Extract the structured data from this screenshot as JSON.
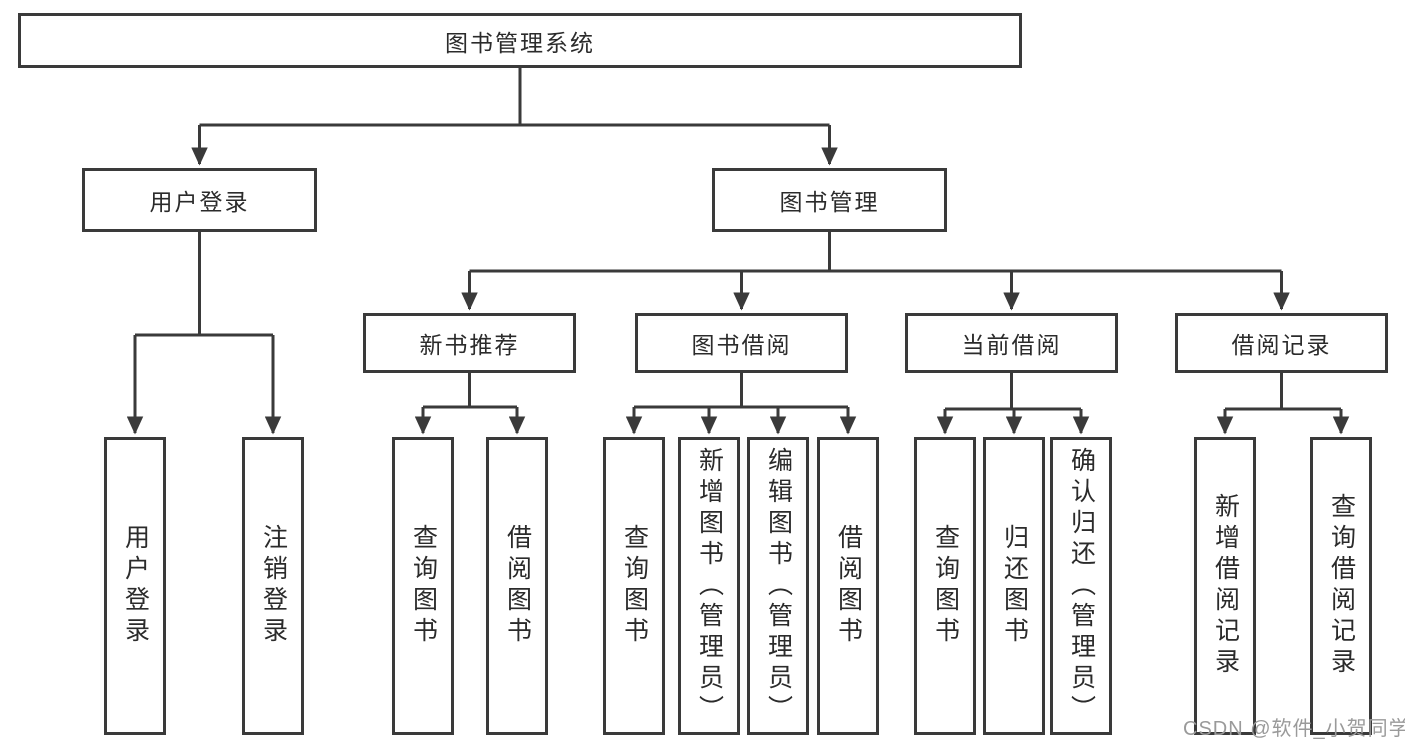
{
  "tree": {
    "label": "图书管理系统",
    "children": [
      {
        "label": "用户登录",
        "children": [
          {
            "label": "用户登录"
          },
          {
            "label": "注销登录"
          }
        ]
      },
      {
        "label": "图书管理",
        "children": [
          {
            "label": "新书推荐",
            "children": [
              {
                "label": "查询图书"
              },
              {
                "label": "借阅图书"
              }
            ]
          },
          {
            "label": "图书借阅",
            "children": [
              {
                "label": "查询图书"
              },
              {
                "label": "新增图书（管理员）"
              },
              {
                "label": "编辑图书（管理员）"
              },
              {
                "label": "借阅图书"
              }
            ]
          },
          {
            "label": "当前借阅",
            "children": [
              {
                "label": "查询图书"
              },
              {
                "label": "归还图书"
              },
              {
                "label": "确认归还（管理员）"
              }
            ]
          },
          {
            "label": "借阅记录",
            "children": [
              {
                "label": "新增借阅记录"
              },
              {
                "label": "查询借阅记录"
              }
            ]
          }
        ]
      }
    ]
  },
  "watermark": {
    "text": "CSDN @软件_小贺同学"
  },
  "colors": {
    "line": "#3a3a3a",
    "text": "#2b2b2b",
    "background": "#ffffff",
    "watermark": "#9a9a9a"
  }
}
